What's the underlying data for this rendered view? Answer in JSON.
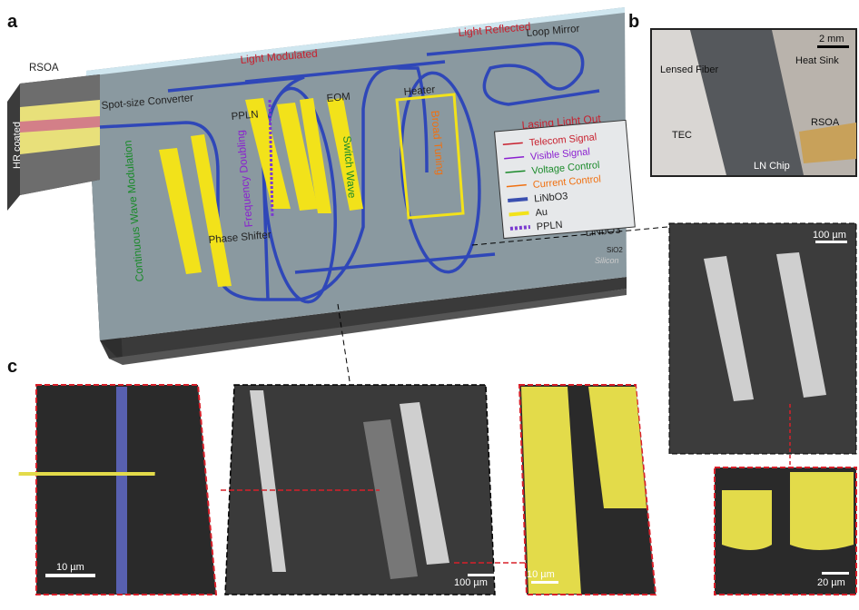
{
  "panels": {
    "a": "a",
    "b": "b",
    "c": "c"
  },
  "panel_a": {
    "rsoa": "RSOA",
    "hr_coated": "HR coated",
    "spot_size_converter": "Spot-size Converter",
    "light_modulated": "Light Modulated",
    "light_reflected": "Light Reflected",
    "loop_mirror": "Loop Mirror",
    "lasing_light_out": "Lasing Light Out",
    "ppln": "PPLN",
    "eom": "EOM",
    "heater": "Heater",
    "frequency_doubling": "Frequency Doubling",
    "switch_wave": "Switch Wave",
    "broad_tuning": "Broad Tuning",
    "continuous_wave_modulation": "Continuous Wave Modulation",
    "phase_shifter": "Phase Shifter",
    "layer_linbo3": "LiNbO3",
    "layer_sio2": "SiO2",
    "layer_silicon": "Silicon",
    "legend": [
      {
        "label": "Telecom Signal",
        "color": "#c8202e"
      },
      {
        "label": "Visible Signal",
        "color": "#8a1fd0"
      },
      {
        "label": "Voltage Control",
        "color": "#1a8a2a"
      },
      {
        "label": "Current Control",
        "color": "#f07010"
      },
      {
        "label": "LiNbO3",
        "color": "#3a4fb0"
      },
      {
        "label": "Au",
        "color": "#f2e21a"
      },
      {
        "label": "PPLN",
        "color": "#7a3ad0"
      }
    ]
  },
  "panel_b": {
    "scale": "2 mm",
    "lensed_fiber": "Lensed Fiber",
    "heat_sink": "Heat Sink",
    "tec": "TEC",
    "rsoa": "RSOA",
    "ln_chip": "LN Chip"
  },
  "panel_c": {
    "scale_ppln": "10 µm",
    "scale_overview": "100 µm",
    "scale_eom": "10 µm",
    "scale_heater": "100 µm",
    "scale_heater_zoom": "20 µm"
  }
}
